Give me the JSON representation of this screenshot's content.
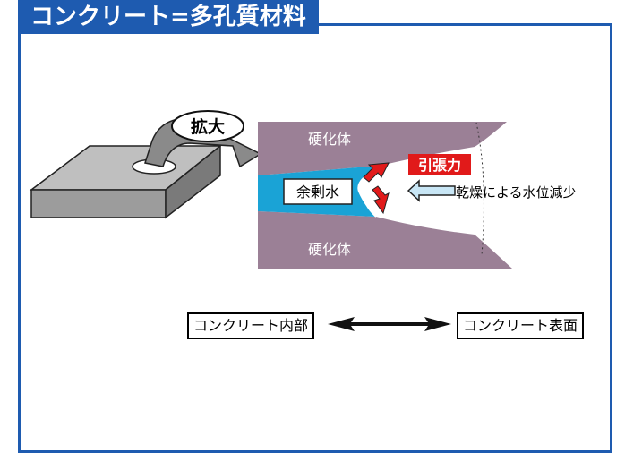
{
  "title": "コンクリート=多孔質材料",
  "colors": {
    "accent_blue": "#1e5bb0",
    "hardened": "#9b8096",
    "water": "#1aa3d6",
    "tension": "#e11a1a"
  },
  "diagram": {
    "zoom_label": "拡大",
    "hardened_top": "硬化体",
    "hardened_bottom": "硬化体",
    "residual_water": "余剰水",
    "tension_label": "引張力",
    "drying_label": "乾燥による水位減少"
  },
  "axis": {
    "left_label": "コンクリート内部",
    "right_label": "コンクリート表面"
  }
}
